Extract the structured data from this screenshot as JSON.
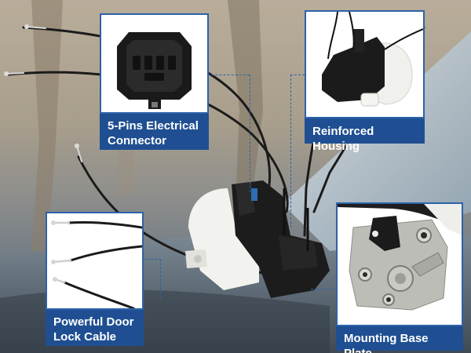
{
  "callouts": {
    "connector": {
      "label": "5-Pins Electrical Connector",
      "icon": "electrical-connector-icon"
    },
    "housing": {
      "label": "Reinforced Housing",
      "icon": "housing-icon"
    },
    "cable": {
      "label": "Powerful Door Lock Cable",
      "icon": "cable-icon"
    },
    "plate": {
      "label": "Mounting Base Plate",
      "icon": "base-plate-icon"
    }
  },
  "colors": {
    "accent": "#1f4f92",
    "border": "#2d62a8",
    "label_text": "#ffffff"
  }
}
